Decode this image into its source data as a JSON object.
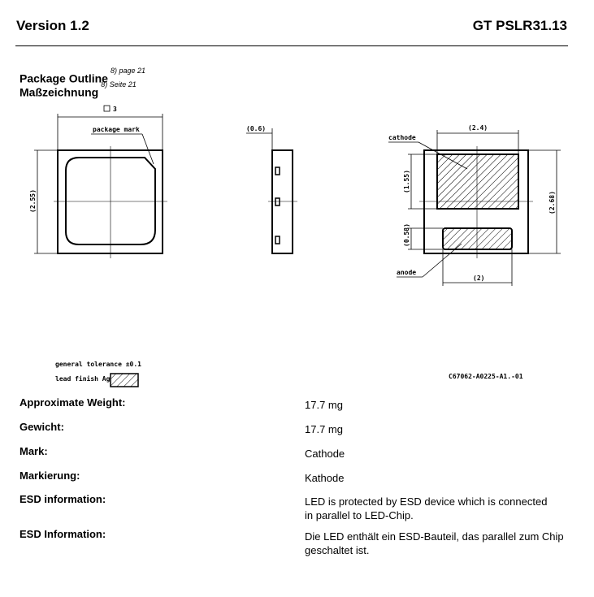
{
  "header": {
    "version": "Version 1.2",
    "product": "GT PSLR31.13"
  },
  "section": {
    "title_en": "Package Outline",
    "ref_en": "8) page 21",
    "title_de": "Maßzeichnung",
    "ref_de": "8) Seite 21"
  },
  "drawing": {
    "top_dim": "3",
    "package_mark": "package mark",
    "dim_left": "(2.55)",
    "side_dim": "(0.6)",
    "cathode": "cathode",
    "anode": "anode",
    "dim_top_right": "(2.4)",
    "dim_cathode_h": "(1.55)",
    "dim_right": "(2.68)",
    "dim_anode_h": "(0.58)",
    "dim_bottom": "(2)",
    "tolerance": "general tolerance ±0.1",
    "lead_finish": "lead finish Ag",
    "drawing_no": "C67062-A0225-A1.-01"
  },
  "specs": [
    {
      "label": "Approximate Weight:",
      "value": "17.7 mg"
    },
    {
      "label": "Gewicht:",
      "value": "17.7 mg"
    },
    {
      "label": "Mark:",
      "value": "Cathode"
    },
    {
      "label": "Markierung:",
      "value": "Kathode"
    },
    {
      "label": "ESD information:",
      "value": "LED is protected by ESD device which is connected in parallel to LED-Chip."
    },
    {
      "label": "ESD Information:",
      "value": "Die LED enthält ein ESD-Bauteil, das parallel zum Chip geschaltet ist."
    }
  ]
}
